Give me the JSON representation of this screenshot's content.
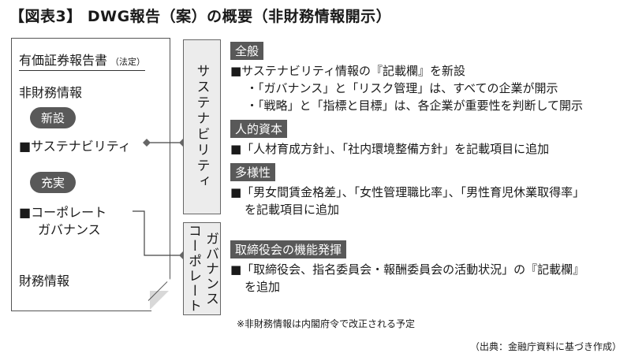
{
  "title": "【図表3】 DWG報告（案）の概要（非財務情報開示）",
  "document": {
    "title": "有価証券報告書",
    "title_note": "（法定）",
    "non_financial": "非財務情報",
    "badge_new": "新設",
    "sustainability_item": "■サステナビリティ",
    "badge_enhanced": "充実",
    "governance_line1": "■コーポレート",
    "governance_line2": "ガバナンス",
    "financial": "財務情報"
  },
  "boxes": {
    "sustainability": "サステナビリティ",
    "governance_col1": "コーポレート",
    "governance_col2": "ガバナンス"
  },
  "sections": {
    "general": {
      "tag": "全般",
      "lines": [
        "■サステナビリティ情報の『記載欄』を新設",
        "・「ガバナンス」と「リスク管理」は、すべての企業が開示",
        "・「戦略」と「指標と目標」は、各企業が重要性を判断して開示"
      ]
    },
    "human_capital": {
      "tag": "人的資本",
      "lines": [
        "■「人材育成方針」、「社内環境整備方針」を記載項目に追加"
      ]
    },
    "diversity": {
      "tag": "多様性",
      "lines": [
        "■「男女間賃金格差」、「女性管理職比率」、「男性育児休業取得率」",
        "を記載項目に追加"
      ]
    },
    "board": {
      "tag": "取締役会の機能発揮",
      "lines": [
        "■「取締役会、指名委員会・報酬委員会の活動状況」の『記載欄』",
        "を追加"
      ]
    }
  },
  "note": "※非財務情報は内閣府令で改正される予定",
  "source": "（出典：金融庁資料に基づき作成）"
}
